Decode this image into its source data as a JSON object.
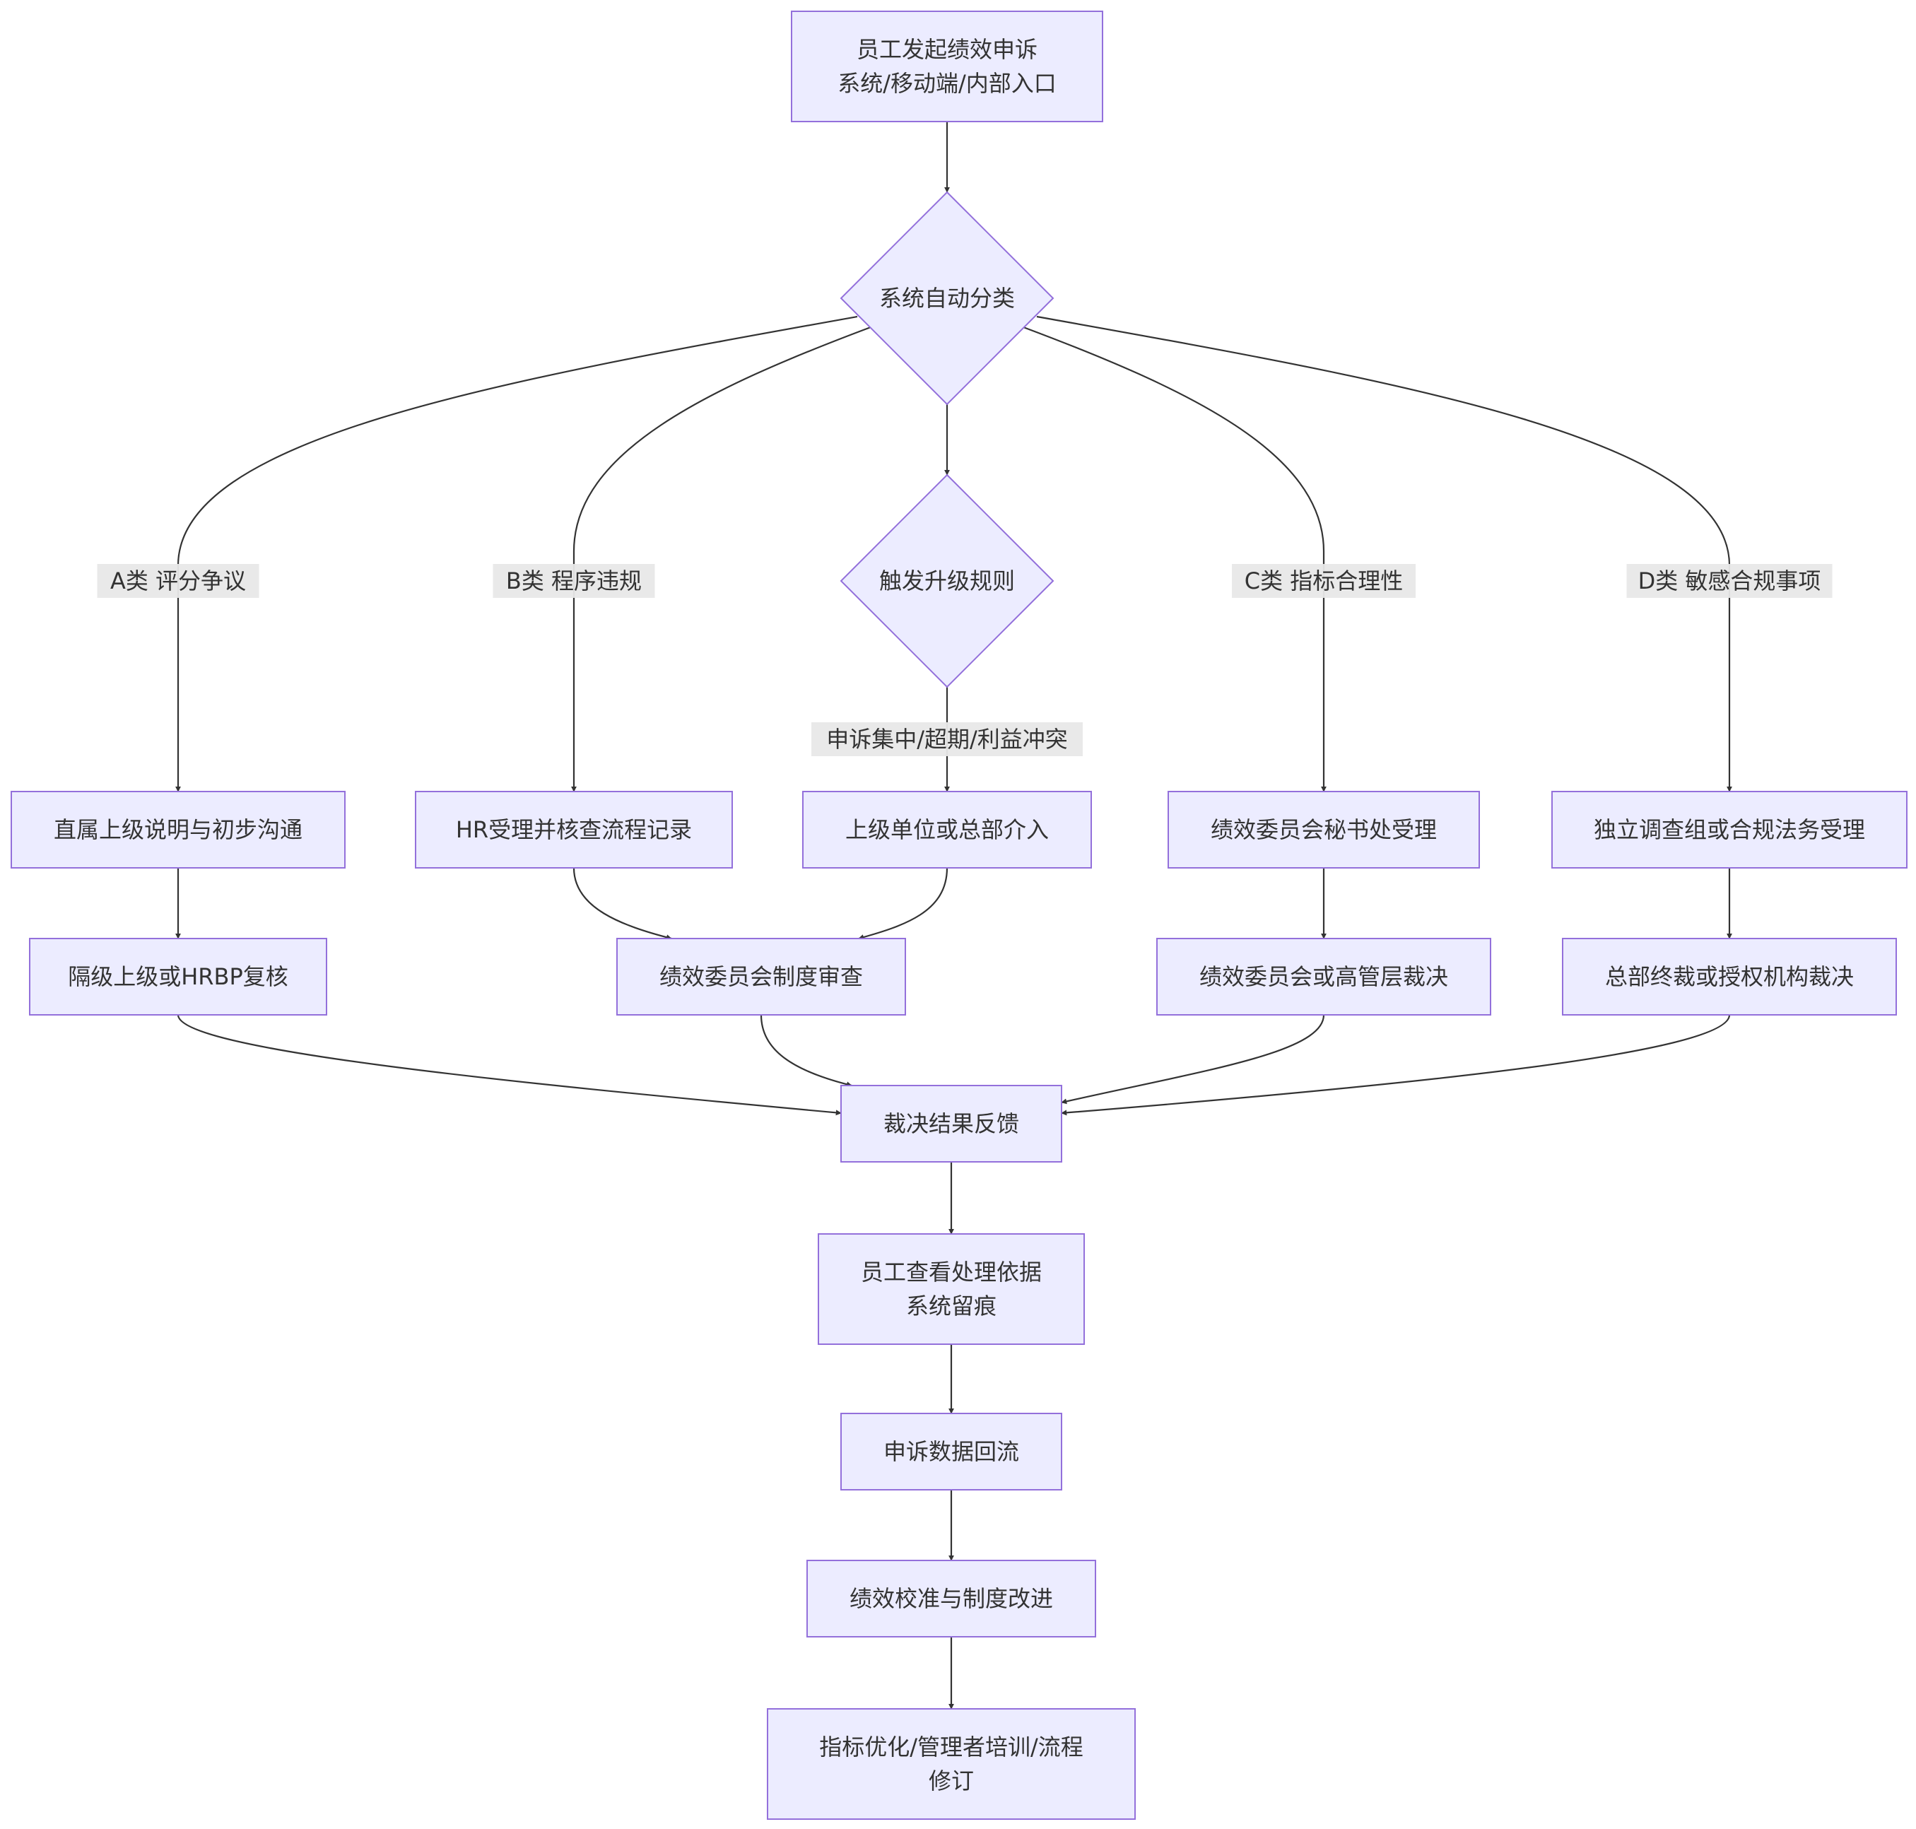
{
  "colors": {
    "node_fill": "#ECECFF",
    "node_stroke": "#9370DB",
    "edge": "#333333",
    "text": "#333333",
    "label_bg": "#e8e8e8"
  },
  "nodes": [
    {
      "id": "start",
      "shape": "rect",
      "lines": [
        "员工发起绩效申诉",
        "系统/移动端/内部入口"
      ]
    },
    {
      "id": "classify",
      "shape": "diamond",
      "lines": [
        "系统自动分类"
      ]
    },
    {
      "id": "escalate",
      "shape": "diamond",
      "lines": [
        "触发升级规则"
      ]
    },
    {
      "id": "a1",
      "shape": "rect",
      "lines": [
        "直属上级说明与初步沟通"
      ]
    },
    {
      "id": "b1",
      "shape": "rect",
      "lines": [
        "HR受理并核查流程记录"
      ]
    },
    {
      "id": "e1",
      "shape": "rect",
      "lines": [
        "上级单位或总部介入"
      ]
    },
    {
      "id": "c1",
      "shape": "rect",
      "lines": [
        "绩效委员会秘书处受理"
      ]
    },
    {
      "id": "d1",
      "shape": "rect",
      "lines": [
        "独立调查组或合规法务受理"
      ]
    },
    {
      "id": "a2",
      "shape": "rect",
      "lines": [
        "隔级上级或HRBP复核"
      ]
    },
    {
      "id": "b2",
      "shape": "rect",
      "lines": [
        "绩效委员会制度审查"
      ]
    },
    {
      "id": "c2",
      "shape": "rect",
      "lines": [
        "绩效委员会或高管层裁决"
      ]
    },
    {
      "id": "d2",
      "shape": "rect",
      "lines": [
        "总部终裁或授权机构裁决"
      ]
    },
    {
      "id": "feedback",
      "shape": "rect",
      "lines": [
        "裁决结果反馈"
      ]
    },
    {
      "id": "view",
      "shape": "rect",
      "lines": [
        "员工查看处理依据",
        "系统留痕"
      ]
    },
    {
      "id": "flow",
      "shape": "rect",
      "lines": [
        "申诉数据回流"
      ]
    },
    {
      "id": "calib",
      "shape": "rect",
      "lines": [
        "绩效校准与制度改进"
      ]
    },
    {
      "id": "optimize",
      "shape": "rect",
      "lines": [
        "指标优化/管理者培训/流程",
        "修订"
      ]
    }
  ],
  "edges": [
    {
      "id": "start-classify",
      "label": ""
    },
    {
      "id": "classify-a1",
      "label": "A类 评分争议"
    },
    {
      "id": "classify-b1",
      "label": "B类 程序违规"
    },
    {
      "id": "classify-escalate",
      "label": ""
    },
    {
      "id": "classify-c1",
      "label": "C类 指标合理性"
    },
    {
      "id": "classify-d1",
      "label": "D类 敏感合规事项"
    },
    {
      "id": "escalate-e1",
      "label": "申诉集中/超期/利益冲突"
    },
    {
      "id": "a1-a2",
      "label": ""
    },
    {
      "id": "b1-b2",
      "label": ""
    },
    {
      "id": "e1-b2",
      "label": ""
    },
    {
      "id": "c1-c2",
      "label": ""
    },
    {
      "id": "d1-d2",
      "label": ""
    },
    {
      "id": "a2-feedback",
      "label": ""
    },
    {
      "id": "b2-feedback",
      "label": ""
    },
    {
      "id": "c2-feedback",
      "label": ""
    },
    {
      "id": "d2-feedback",
      "label": ""
    },
    {
      "id": "feedback-view",
      "label": ""
    },
    {
      "id": "view-flow",
      "label": ""
    },
    {
      "id": "flow-calib",
      "label": ""
    },
    {
      "id": "calib-optimize",
      "label": ""
    }
  ]
}
